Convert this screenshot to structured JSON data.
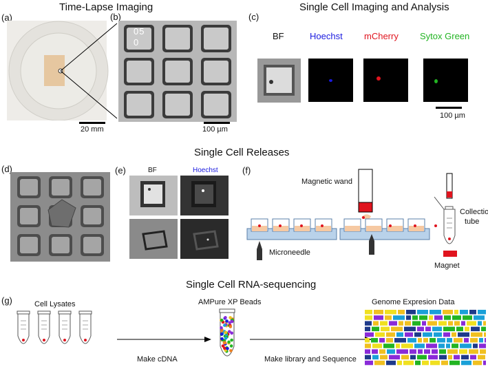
{
  "titles": {
    "time_lapse": "Time-Lapse Imaging",
    "single_cell_imaging": "Single Cell Imaging and Analysis",
    "single_cell_releases": "Single Cell Releases",
    "single_cell_rnaseq": "Single Cell RNA-sequencing"
  },
  "panel_labels": {
    "a": "(a)",
    "b": "(b)",
    "c": "(c)",
    "d": "(d)",
    "e": "(e)",
    "f": "(f)",
    "g": "(g)"
  },
  "panel_a": {
    "scale": "20 mm"
  },
  "panel_b": {
    "scale": "100 µm",
    "well_code_top": "05",
    "well_code_bottom": "0"
  },
  "panel_c": {
    "channels": [
      {
        "label": "BF",
        "color": "#111111"
      },
      {
        "label": "Hoechst",
        "color": "#1a1adf"
      },
      {
        "label": "mCherry",
        "color": "#e0141e"
      },
      {
        "label": "Sytox Green",
        "color": "#22b422"
      }
    ],
    "scale": "100 µm"
  },
  "panel_e": {
    "bf": "BF",
    "hoechst": "Hoechst"
  },
  "panel_f": {
    "wand": "Magnetic wand",
    "needle": "Microneedle",
    "tube": "Collection\ntube",
    "tube_line1": "Collection",
    "tube_line2": "tube",
    "magnet": "Magnet"
  },
  "panel_g": {
    "lysates": "Cell Lysates",
    "beads": "AMPure XP Beads",
    "expr": "Genome Expresion Data",
    "step1": "Make cDNA",
    "step2": "Make library and Sequence"
  },
  "colors": {
    "hoechst": "#1a1adf",
    "mcherry": "#e0141e",
    "sytox": "#22b422",
    "well_blue": "#b9d2ea",
    "peach": "#f6c9a2",
    "magnet_red": "#e0141e"
  }
}
